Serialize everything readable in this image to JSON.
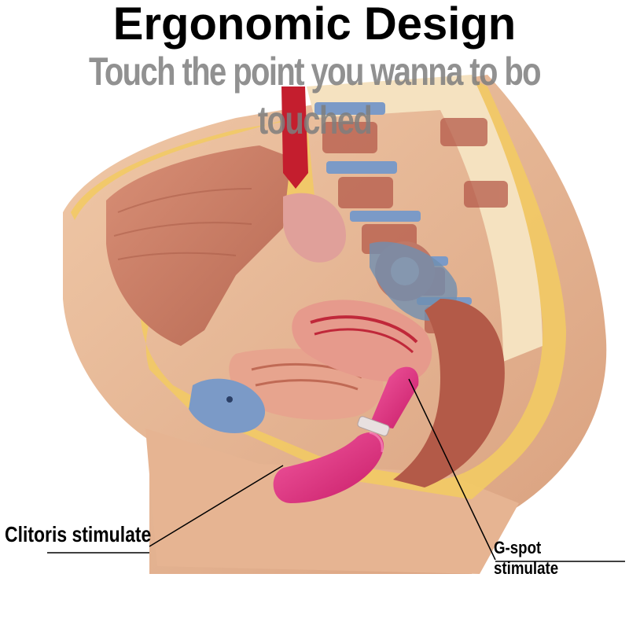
{
  "header": {
    "title": "Ergonomic Design",
    "subtitle": "Touch the point you wanna to bo touched"
  },
  "callouts": {
    "clitoris": "Clitoris stimulate",
    "gspot": "G-spot stimulate"
  },
  "colors": {
    "toy": "#e0307e",
    "skin": "#e8b896",
    "muscle": "#c97a62",
    "fat": "#f0c75a",
    "bone_blue": "#7b9ac7"
  }
}
